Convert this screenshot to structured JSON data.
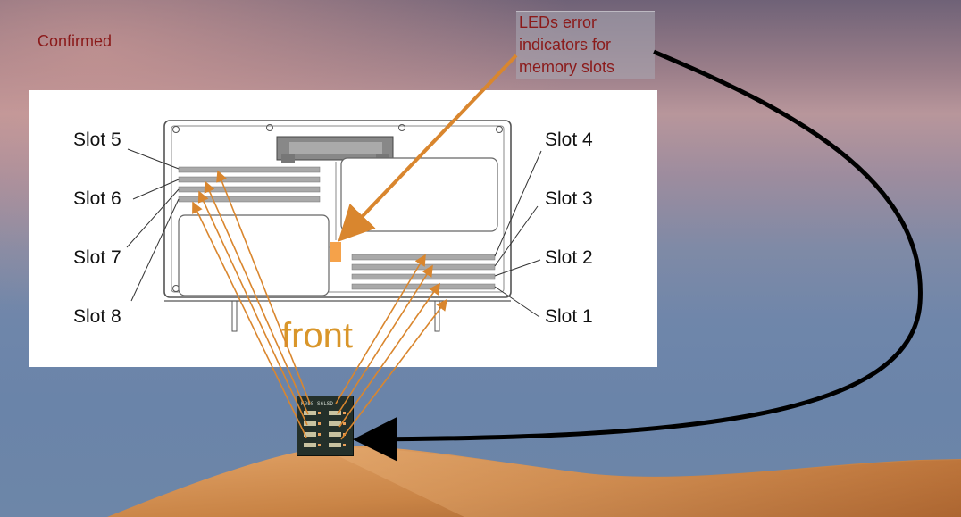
{
  "status_text": "Confirmed",
  "callout": {
    "lines": [
      "LEDs error",
      "indicators for",
      "memory slots"
    ]
  },
  "diagram": {
    "slots_left": [
      "Slot 5",
      "Slot 6",
      "Slot 7",
      "Slot 8"
    ],
    "slots_right": [
      "Slot 4",
      "Slot 3",
      "Slot 2",
      "Slot 1"
    ],
    "front_label": "front",
    "chip_text": "K058 S6LSD"
  },
  "colors": {
    "caption": "#8b1a1a",
    "arrow_orange": "#d9862e",
    "led_orange": "#f5a24a",
    "front_text": "#d9962a",
    "sand": "#d08a4a",
    "curve_arrow": "#000000"
  },
  "icons": {
    "chip": "led-board-photo",
    "arrow": "arrowhead"
  }
}
